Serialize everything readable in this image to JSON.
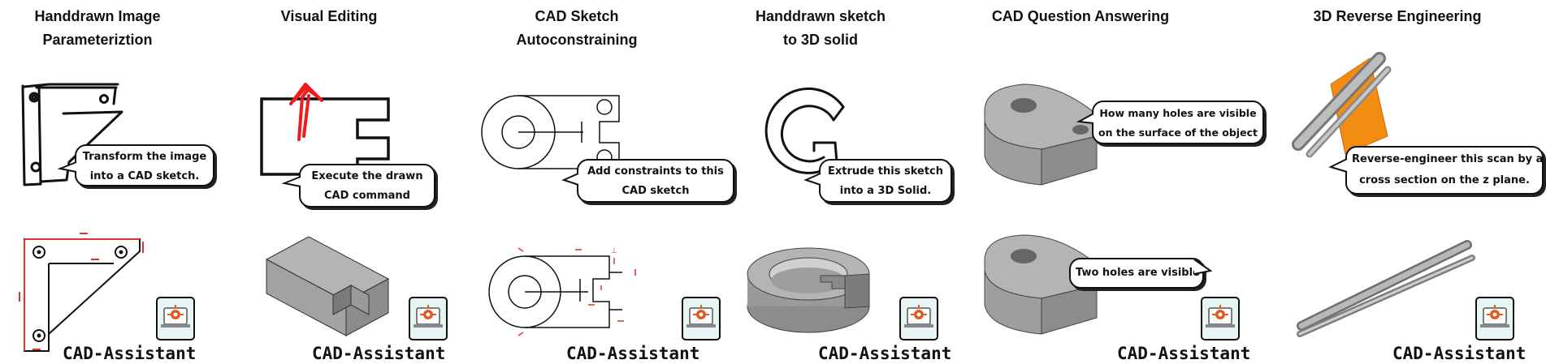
{
  "panels": [
    {
      "title": [
        "Handdrawn Image",
        "Parameteriztion"
      ],
      "prompt": [
        "Transform the image",
        "into  a CAD sketch."
      ],
      "brand": "CAD-Assistant"
    },
    {
      "title": [
        "Visual Editing"
      ],
      "prompt": [
        "Execute the drawn",
        "CAD command"
      ],
      "brand": "CAD-Assistant"
    },
    {
      "title": [
        "CAD Sketch",
        "Autoconstraining"
      ],
      "prompt": [
        "Add constraints to this",
        "CAD sketch"
      ],
      "brand": "CAD-Assistant"
    },
    {
      "title": [
        "Handdrawn sketch",
        "to 3D solid"
      ],
      "prompt": [
        "Extrude this sketch",
        "into  a 3D Solid."
      ],
      "brand": "CAD-Assistant"
    },
    {
      "title": [
        "CAD Question Answering"
      ],
      "prompt": [
        "How many holes are visible",
        "on the surface of the object"
      ],
      "answer": "Two holes are visible",
      "brand": "CAD-Assistant"
    },
    {
      "title": [
        "3D Reverse Engineering"
      ],
      "prompt": [
        "Reverse-engineer this scan by a",
        "cross section on the z plane."
      ],
      "brand": "CAD-Assistant"
    }
  ],
  "colors": {
    "ink": "#111111",
    "constraint": "#e0332a",
    "edit_arrow": "#ee1c1c",
    "solid_top": "#b4b4b4",
    "solid_front": "#8c8c8c",
    "solid_side": "#a2a2a2",
    "scan_plane": "#f28c13",
    "logo_bg": "#e8f4f4",
    "logo_accent": "#e05a20"
  },
  "icons": [
    "cad-assistant-logo-icon"
  ]
}
